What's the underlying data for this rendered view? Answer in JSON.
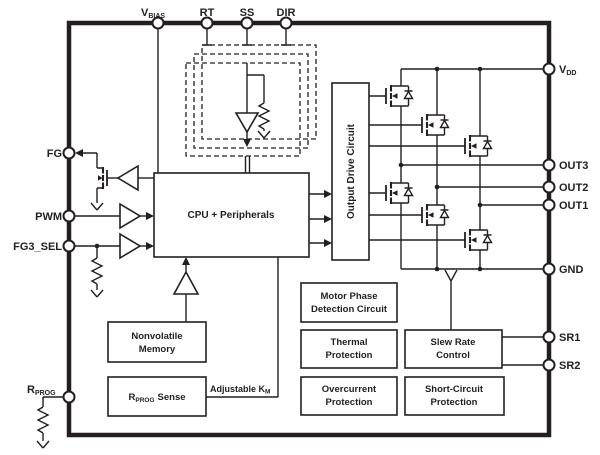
{
  "colors": {
    "ink": "#231f20",
    "bg": "#ffffff"
  },
  "pins": {
    "vbias": {
      "main": "V",
      "sub": "BIAS"
    },
    "rt": {
      "label": "RT"
    },
    "ss": {
      "label": "SS"
    },
    "dir": {
      "label": "DIR"
    },
    "fg": {
      "label": "FG"
    },
    "pwm": {
      "label": "PWM"
    },
    "fg3_sel": {
      "label": "FG3_SEL"
    },
    "rprog": {
      "main": "R",
      "sub": "PROG"
    },
    "vdd": {
      "main": "V",
      "sub": "DD"
    },
    "out3": {
      "label": "OUT3"
    },
    "out2": {
      "label": "OUT2"
    },
    "out1": {
      "label": "OUT1"
    },
    "gnd": {
      "label": "GND"
    },
    "sr1": {
      "label": "SR1"
    },
    "sr2": {
      "label": "SR2"
    }
  },
  "blocks": {
    "cpu": {
      "label": "CPU + Peripherals"
    },
    "output_drive": {
      "label": "Output Drive Circuit"
    },
    "nonvolatile_memory": {
      "line1": "Nonvolatile",
      "line2": "Memory"
    },
    "rprog_sense": {
      "pre": "R",
      "sub": "PROG",
      "post": "Sense"
    },
    "motor_phase": {
      "line1": "Motor Phase",
      "line2": "Detection Circuit"
    },
    "thermal": {
      "line1": "Thermal",
      "line2": "Protection"
    },
    "overcurrent": {
      "line1": "Overcurrent",
      "line2": "Protection"
    },
    "slew_rate": {
      "line1": "Slew Rate",
      "line2": "Control"
    },
    "short_circuit": {
      "line1": "Short-Circuit",
      "line2": "Protection"
    }
  },
  "annotations": {
    "adjustable_km": {
      "pre": "Adjustable K",
      "sub": "M"
    }
  }
}
